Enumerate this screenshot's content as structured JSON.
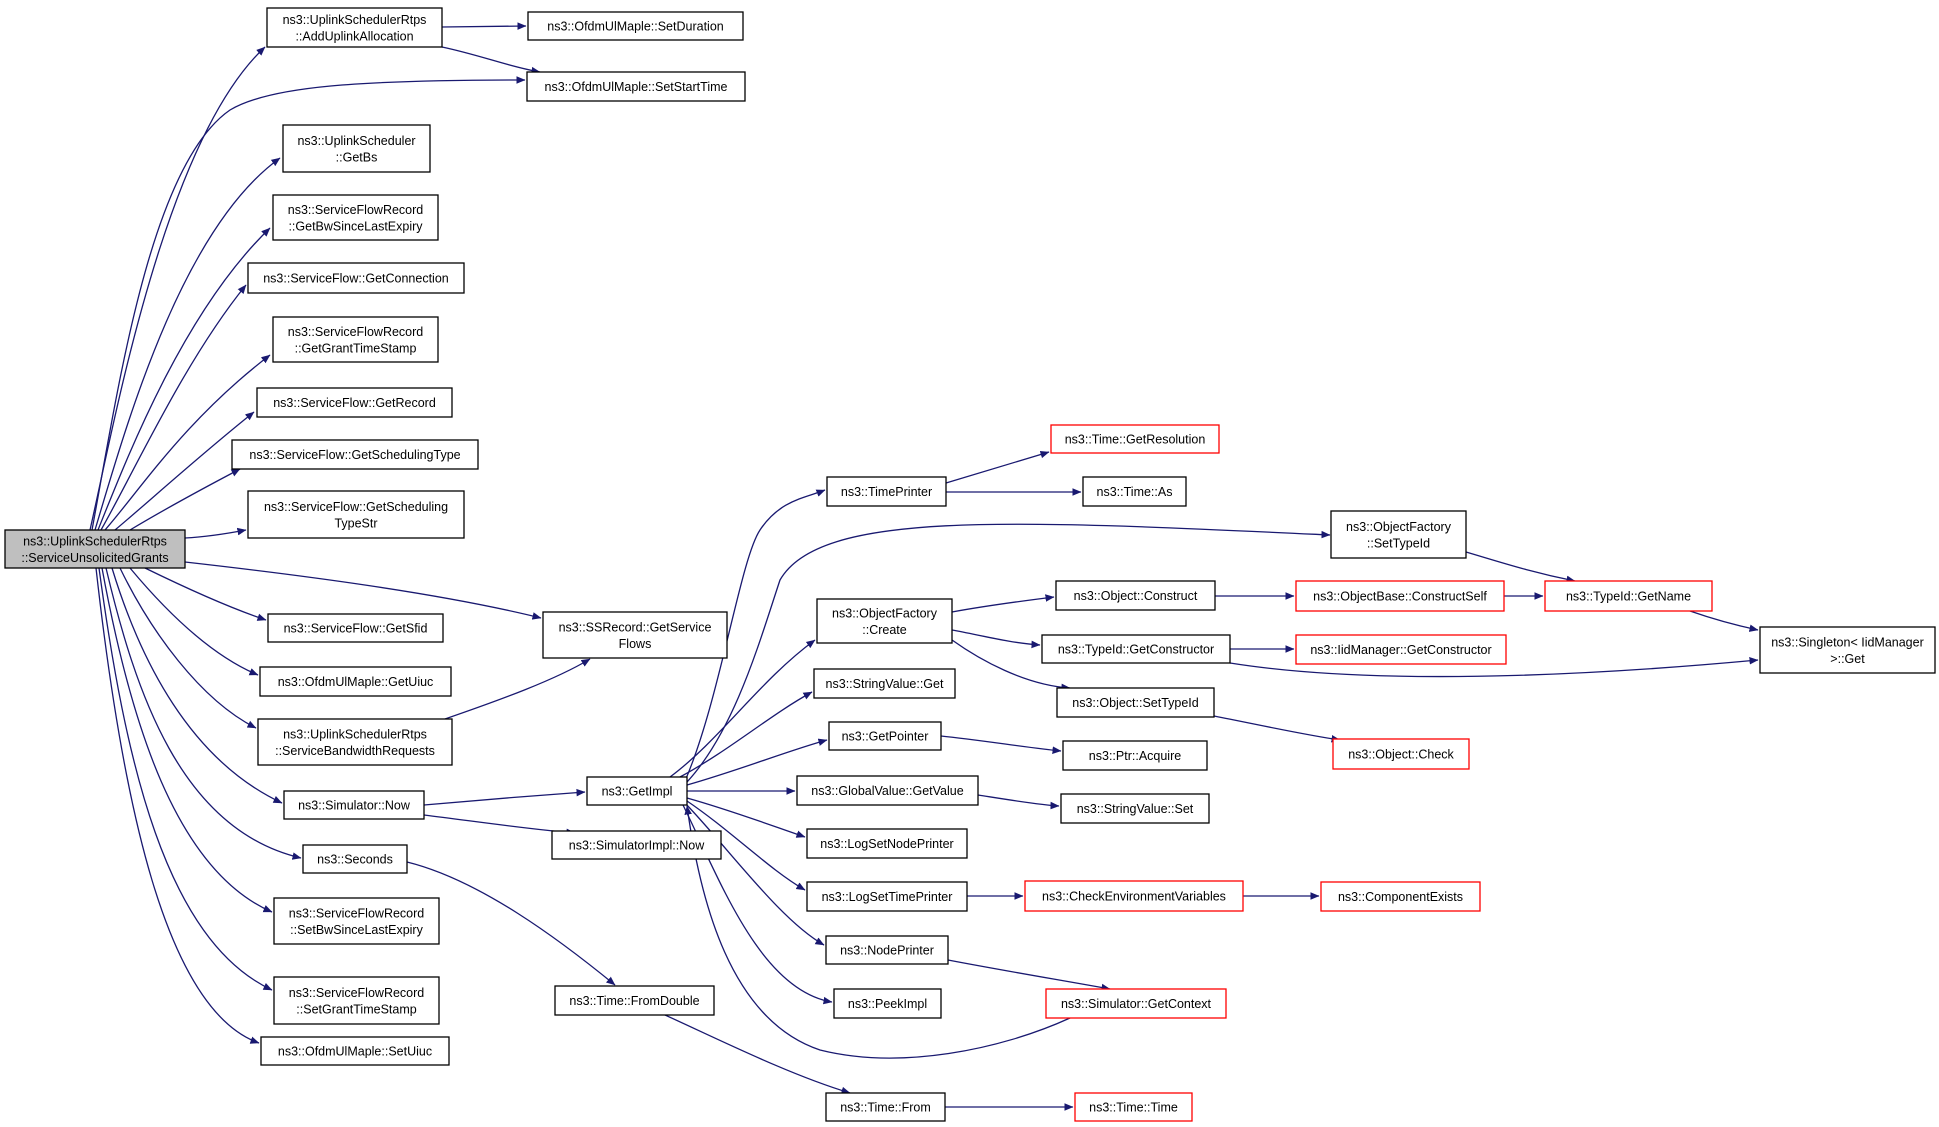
{
  "colors": {
    "edge": "#191970",
    "node_border": "#000000",
    "node_fill": "#ffffff",
    "root_fill": "#bfbfbf",
    "truncated_border": "#ff0000"
  },
  "nodes": [
    {
      "id": "root",
      "lines": [
        "ns3::UplinkSchedulerRtps",
        "::ServiceUnsolicitedGrants"
      ],
      "style": "root"
    },
    {
      "id": "addUplink",
      "lines": [
        "ns3::UplinkSchedulerRtps",
        "::AddUplinkAllocation"
      ],
      "style": "normal"
    },
    {
      "id": "setDuration",
      "lines": [
        "ns3::OfdmUlMaple::SetDuration"
      ],
      "style": "normal"
    },
    {
      "id": "setStartTime",
      "lines": [
        "ns3::OfdmUlMaple::SetStartTime"
      ],
      "style": "normal"
    },
    {
      "id": "getBs",
      "lines": [
        "ns3::UplinkScheduler",
        "::GetBs"
      ],
      "style": "normal"
    },
    {
      "id": "getBwSince",
      "lines": [
        "ns3::ServiceFlowRecord",
        "::GetBwSinceLastExpiry"
      ],
      "style": "normal"
    },
    {
      "id": "getConnection",
      "lines": [
        "ns3::ServiceFlow::GetConnection"
      ],
      "style": "normal"
    },
    {
      "id": "getGrantTS",
      "lines": [
        "ns3::ServiceFlowRecord",
        "::GetGrantTimeStamp"
      ],
      "style": "normal"
    },
    {
      "id": "getRecord",
      "lines": [
        "ns3::ServiceFlow::GetRecord"
      ],
      "style": "normal"
    },
    {
      "id": "getSchedType",
      "lines": [
        "ns3::ServiceFlow::GetSchedulingType"
      ],
      "style": "normal"
    },
    {
      "id": "getSchedTypeStr",
      "lines": [
        "ns3::ServiceFlow::GetScheduling",
        "TypeStr"
      ],
      "style": "normal"
    },
    {
      "id": "getSfid",
      "lines": [
        "ns3::ServiceFlow::GetSfid"
      ],
      "style": "normal"
    },
    {
      "id": "getUiuc",
      "lines": [
        "ns3::OfdmUlMaple::GetUiuc"
      ],
      "style": "normal"
    },
    {
      "id": "serviceBw",
      "lines": [
        "ns3::UplinkSchedulerRtps",
        "::ServiceBandwidthRequests"
      ],
      "style": "normal"
    },
    {
      "id": "simNow",
      "lines": [
        "ns3::Simulator::Now"
      ],
      "style": "normal"
    },
    {
      "id": "seconds",
      "lines": [
        "ns3::Seconds"
      ],
      "style": "normal"
    },
    {
      "id": "setBwSince",
      "lines": [
        "ns3::ServiceFlowRecord",
        "::SetBwSinceLastExpiry"
      ],
      "style": "normal"
    },
    {
      "id": "setGrantTS",
      "lines": [
        "ns3::ServiceFlowRecord",
        "::SetGrantTimeStamp"
      ],
      "style": "normal"
    },
    {
      "id": "setUiuc",
      "lines": [
        "ns3::OfdmUlMaple::SetUiuc"
      ],
      "style": "normal"
    },
    {
      "id": "ssrecord",
      "lines": [
        "ns3::SSRecord::GetService",
        "Flows"
      ],
      "style": "normal"
    },
    {
      "id": "getImpl",
      "lines": [
        "ns3::GetImpl"
      ],
      "style": "normal"
    },
    {
      "id": "simImplNow",
      "lines": [
        "ns3::SimulatorImpl::Now"
      ],
      "style": "normal"
    },
    {
      "id": "fromDouble",
      "lines": [
        "ns3::Time::FromDouble"
      ],
      "style": "normal"
    },
    {
      "id": "timeFrom",
      "lines": [
        "ns3::Time::From"
      ],
      "style": "normal"
    },
    {
      "id": "timeTime",
      "lines": [
        "ns3::Time::Time"
      ],
      "style": "truncated"
    },
    {
      "id": "timePrinter",
      "lines": [
        "ns3::TimePrinter"
      ],
      "style": "normal"
    },
    {
      "id": "getResolution",
      "lines": [
        "ns3::Time::GetResolution"
      ],
      "style": "truncated"
    },
    {
      "id": "timeAs",
      "lines": [
        "ns3::Time::As"
      ],
      "style": "normal"
    },
    {
      "id": "ofSetTypeId",
      "lines": [
        "ns3::ObjectFactory",
        "::SetTypeId"
      ],
      "style": "normal"
    },
    {
      "id": "ofCreate",
      "lines": [
        "ns3::ObjectFactory",
        "::Create"
      ],
      "style": "normal"
    },
    {
      "id": "svGet",
      "lines": [
        "ns3::StringValue::Get"
      ],
      "style": "normal"
    },
    {
      "id": "getPointer",
      "lines": [
        "ns3::GetPointer"
      ],
      "style": "normal"
    },
    {
      "id": "gvGetValue",
      "lines": [
        "ns3::GlobalValue::GetValue"
      ],
      "style": "normal"
    },
    {
      "id": "logSetNode",
      "lines": [
        "ns3::LogSetNodePrinter"
      ],
      "style": "normal"
    },
    {
      "id": "logSetTime",
      "lines": [
        "ns3::LogSetTimePrinter"
      ],
      "style": "normal"
    },
    {
      "id": "nodePrinter",
      "lines": [
        "ns3::NodePrinter"
      ],
      "style": "normal"
    },
    {
      "id": "peekImpl",
      "lines": [
        "ns3::PeekImpl"
      ],
      "style": "normal"
    },
    {
      "id": "objConstruct",
      "lines": [
        "ns3::Object::Construct"
      ],
      "style": "normal"
    },
    {
      "id": "getConstructor",
      "lines": [
        "ns3::TypeId::GetConstructor"
      ],
      "style": "normal"
    },
    {
      "id": "objSetTypeId",
      "lines": [
        "ns3::Object::SetTypeId"
      ],
      "style": "normal"
    },
    {
      "id": "ptrAcquire",
      "lines": [
        "ns3::Ptr::Acquire"
      ],
      "style": "normal"
    },
    {
      "id": "svSet",
      "lines": [
        "ns3::StringValue::Set"
      ],
      "style": "normal"
    },
    {
      "id": "checkEnv",
      "lines": [
        "ns3::CheckEnvironmentVariables"
      ],
      "style": "truncated"
    },
    {
      "id": "simGetContext",
      "lines": [
        "ns3::Simulator::GetContext"
      ],
      "style": "truncated"
    },
    {
      "id": "constructSelf",
      "lines": [
        "ns3::ObjectBase::ConstructSelf"
      ],
      "style": "truncated"
    },
    {
      "id": "iidGetConstructor",
      "lines": [
        "ns3::IidManager::GetConstructor"
      ],
      "style": "truncated"
    },
    {
      "id": "objCheck",
      "lines": [
        "ns3::Object::Check"
      ],
      "style": "truncated"
    },
    {
      "id": "componentExists",
      "lines": [
        "ns3::ComponentExists"
      ],
      "style": "truncated"
    },
    {
      "id": "typeIdGetName",
      "lines": [
        "ns3::TypeId::GetName"
      ],
      "style": "truncated"
    },
    {
      "id": "singletonGet",
      "lines": [
        "ns3::Singleton< IidManager",
        " >::Get"
      ],
      "style": "normal"
    }
  ],
  "edges": [
    [
      "root",
      "addUplink"
    ],
    [
      "root",
      "setStartTime"
    ],
    [
      "root",
      "getBs"
    ],
    [
      "root",
      "getBwSince"
    ],
    [
      "root",
      "getConnection"
    ],
    [
      "root",
      "getGrantTS"
    ],
    [
      "root",
      "getRecord"
    ],
    [
      "root",
      "getSchedType"
    ],
    [
      "root",
      "getSchedTypeStr"
    ],
    [
      "root",
      "ssrecord"
    ],
    [
      "root",
      "getSfid"
    ],
    [
      "root",
      "getUiuc"
    ],
    [
      "root",
      "serviceBw"
    ],
    [
      "root",
      "simNow"
    ],
    [
      "root",
      "seconds"
    ],
    [
      "root",
      "setBwSince"
    ],
    [
      "root",
      "setGrantTS"
    ],
    [
      "root",
      "setUiuc"
    ],
    [
      "addUplink",
      "setDuration"
    ],
    [
      "addUplink",
      "setStartTime"
    ],
    [
      "serviceBw",
      "ssrecord"
    ],
    [
      "simNow",
      "getImpl"
    ],
    [
      "simNow",
      "simImplNow"
    ],
    [
      "seconds",
      "fromDouble"
    ],
    [
      "fromDouble",
      "timeFrom"
    ],
    [
      "timeFrom",
      "timeTime"
    ],
    [
      "getImpl",
      "simNow"
    ],
    [
      "getImpl",
      "timePrinter"
    ],
    [
      "getImpl",
      "ofCreate"
    ],
    [
      "getImpl",
      "svGet"
    ],
    [
      "getImpl",
      "getPointer"
    ],
    [
      "getImpl",
      "gvGetValue"
    ],
    [
      "getImpl",
      "logSetNode"
    ],
    [
      "getImpl",
      "logSetTime"
    ],
    [
      "getImpl",
      "nodePrinter"
    ],
    [
      "getImpl",
      "peekImpl"
    ],
    [
      "timePrinter",
      "getResolution"
    ],
    [
      "timePrinter",
      "timeAs"
    ],
    [
      "ofCreate",
      "objConstruct"
    ],
    [
      "ofCreate",
      "getConstructor"
    ],
    [
      "ofCreate",
      "objSetTypeId"
    ],
    [
      "getPointer",
      "ptrAcquire"
    ],
    [
      "gvGetValue",
      "svSet"
    ],
    [
      "logSetTime",
      "checkEnv"
    ],
    [
      "checkEnv",
      "componentExists"
    ],
    [
      "nodePrinter",
      "simGetContext"
    ],
    [
      "simGetContext",
      "getImpl"
    ],
    [
      "objConstruct",
      "constructSelf"
    ],
    [
      "constructSelf",
      "typeIdGetName"
    ],
    [
      "getConstructor",
      "iidGetConstructor"
    ],
    [
      "getConstructor",
      "singletonGet"
    ],
    [
      "objSetTypeId",
      "objCheck"
    ],
    [
      "ofSetTypeId",
      "typeIdGetName"
    ],
    [
      "typeIdGetName",
      "singletonGet"
    ]
  ]
}
